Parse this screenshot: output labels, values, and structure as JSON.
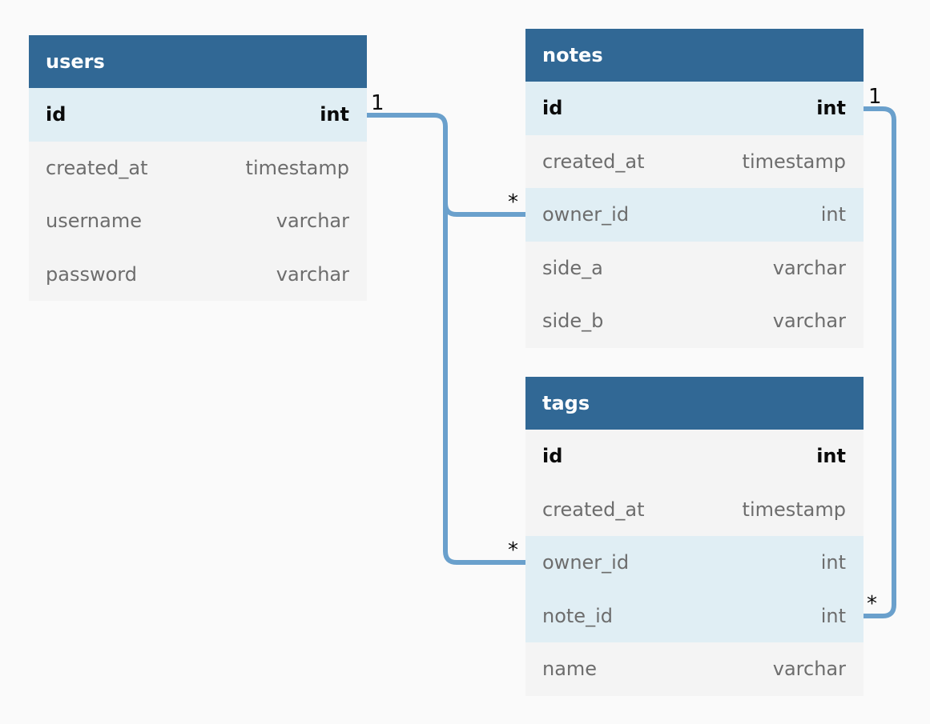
{
  "tables": [
    {
      "id": "users",
      "name": "users",
      "columns": [
        {
          "name": "id",
          "type": "int",
          "pk": true,
          "highlight": true
        },
        {
          "name": "created_at",
          "type": "timestamp",
          "pk": false,
          "highlight": false
        },
        {
          "name": "username",
          "type": "varchar",
          "pk": false,
          "highlight": false
        },
        {
          "name": "password",
          "type": "varchar",
          "pk": false,
          "highlight": false
        }
      ]
    },
    {
      "id": "notes",
      "name": "notes",
      "columns": [
        {
          "name": "id",
          "type": "int",
          "pk": true,
          "highlight": true
        },
        {
          "name": "created_at",
          "type": "timestamp",
          "pk": false,
          "highlight": false
        },
        {
          "name": "owner_id",
          "type": "int",
          "pk": false,
          "highlight": true
        },
        {
          "name": "side_a",
          "type": "varchar",
          "pk": false,
          "highlight": false
        },
        {
          "name": "side_b",
          "type": "varchar",
          "pk": false,
          "highlight": false
        }
      ]
    },
    {
      "id": "tags",
      "name": "tags",
      "columns": [
        {
          "name": "id",
          "type": "int",
          "pk": true,
          "highlight": false
        },
        {
          "name": "created_at",
          "type": "timestamp",
          "pk": false,
          "highlight": false
        },
        {
          "name": "owner_id",
          "type": "int",
          "pk": false,
          "highlight": true
        },
        {
          "name": "note_id",
          "type": "int",
          "pk": false,
          "highlight": true
        },
        {
          "name": "name",
          "type": "varchar",
          "pk": false,
          "highlight": false
        }
      ]
    }
  ],
  "relations": [
    {
      "from": "users.id",
      "to": "notes.owner_id",
      "from_card": "1",
      "to_card": "*"
    },
    {
      "from": "users.id",
      "to": "tags.owner_id",
      "from_card": "1",
      "to_card": "*"
    },
    {
      "from": "notes.id",
      "to": "tags.note_id",
      "from_card": "1",
      "to_card": "*"
    }
  ],
  "colors": {
    "header": "#316895",
    "row": "#f4f4f4",
    "row_highlight": "#e0eef4",
    "link": "#6aa0cc",
    "background": "#fafafa"
  }
}
